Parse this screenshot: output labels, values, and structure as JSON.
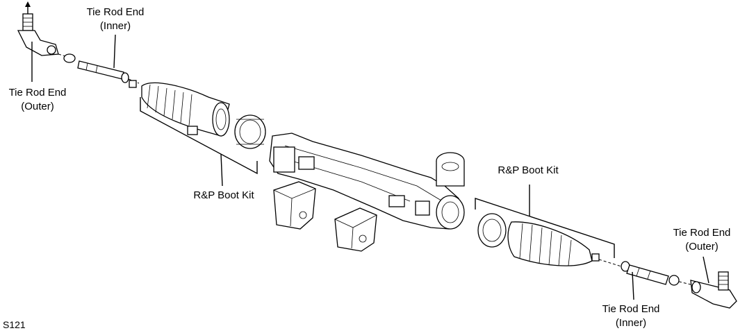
{
  "labels": {
    "tie_rod_inner_left": [
      "Tie Rod End",
      "(Inner)"
    ],
    "tie_rod_outer_left": [
      "Tie Rod End",
      "(Outer)"
    ],
    "boot_kit_left": "R&P Boot Kit",
    "boot_kit_right": "R&P Boot Kit",
    "tie_rod_outer_right": [
      "Tie Rod End",
      "(Outer)"
    ],
    "tie_rod_inner_right": [
      "Tie Rod End",
      "(Inner)"
    ],
    "sheet_id": "S121"
  }
}
